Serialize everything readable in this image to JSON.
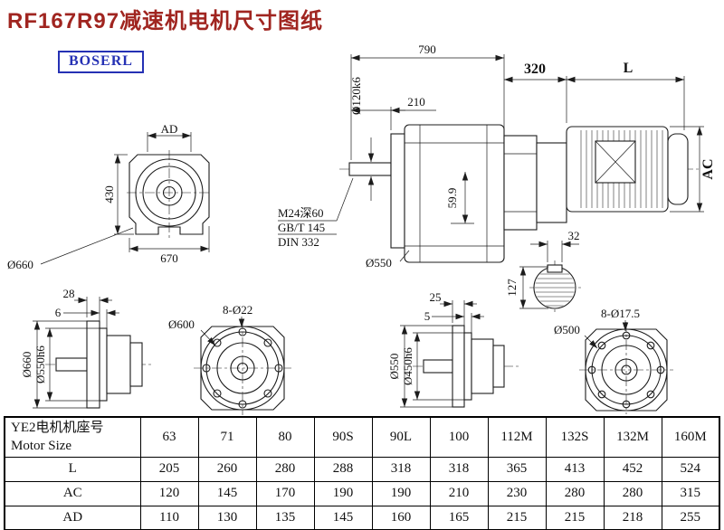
{
  "title": "RF167R97减速机电机尺寸图纸",
  "logo": "BOSERL",
  "dims": {
    "ad": "AD",
    "front_height": "430",
    "front_width": "670",
    "front_flange": "Ø660",
    "total_length": "790",
    "shaft_length": "210",
    "shaft_dia": "Ø120k6",
    "tap_callout": "M24深60",
    "std_gb": "GB/T 145",
    "std_din": "DIN 332",
    "dim_599": "59.9",
    "side_flange": "Ø550",
    "adapter_length": "320",
    "motor_length": "L",
    "motor_ac": "AC",
    "key_width": "32",
    "shaft_section": "127",
    "v1_d1": "28",
    "v1_d2": "6",
    "v1_od": "Ø660",
    "v1_spigot": "Ø550h6",
    "v2_bolt_circle": "Ø600",
    "v2_holes": "8-Ø22",
    "v3_d1": "25",
    "v3_d2": "5",
    "v3_od": "Ø550",
    "v3_spigot": "Ø450h6",
    "v4_bolt_circle": "Ø500",
    "v4_holes": "8-Ø17.5"
  },
  "table": {
    "header_cn": "YE2电机机座号",
    "header_en": "Motor Size",
    "frame_sizes": [
      "63",
      "71",
      "80",
      "90S",
      "90L",
      "100",
      "112M",
      "132S",
      "132M",
      "160M"
    ],
    "rows": [
      {
        "label": "L",
        "values": [
          "205",
          "260",
          "280",
          "288",
          "318",
          "318",
          "365",
          "413",
          "452",
          "524"
        ]
      },
      {
        "label": "AC",
        "values": [
          "120",
          "145",
          "170",
          "190",
          "190",
          "210",
          "230",
          "280",
          "280",
          "315"
        ]
      },
      {
        "label": "AD",
        "values": [
          "110",
          "130",
          "135",
          "145",
          "160",
          "165",
          "215",
          "215",
          "218",
          "255"
        ]
      }
    ]
  }
}
